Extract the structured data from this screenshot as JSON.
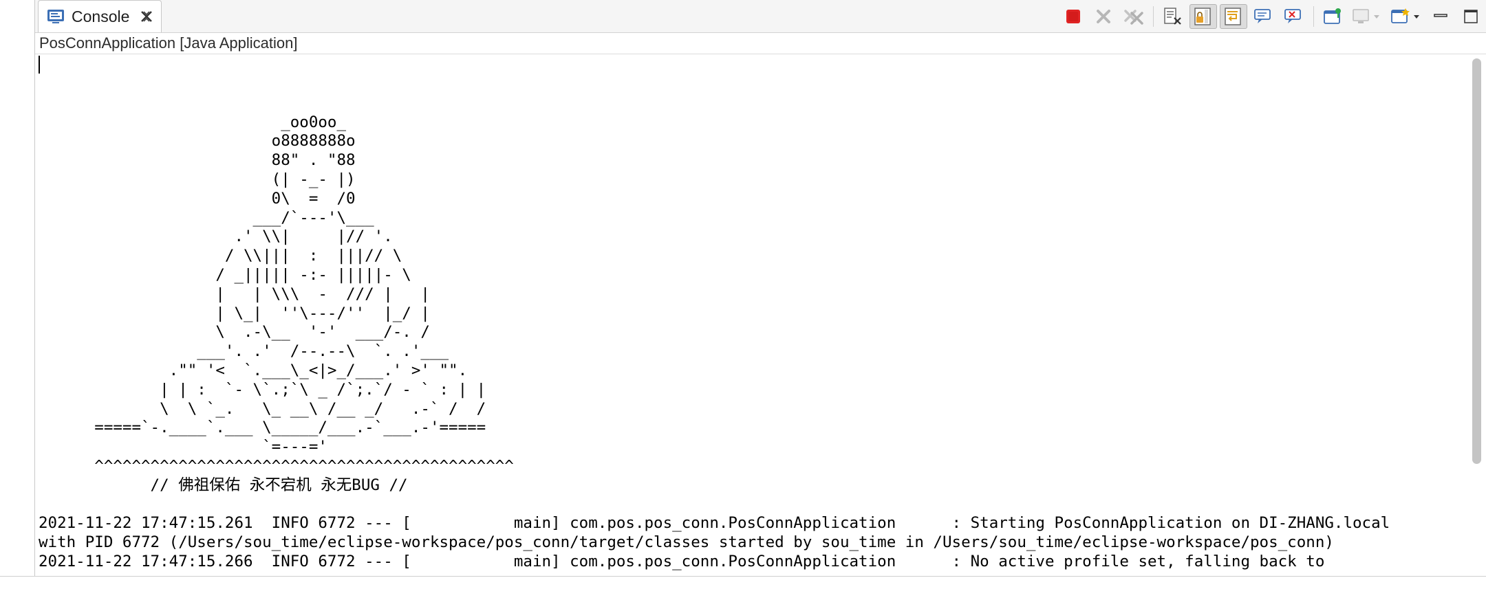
{
  "tab": {
    "label": "Console",
    "icon": "console-icon",
    "close_icon": "close-icon"
  },
  "toolbar": {
    "buttons": [
      {
        "name": "terminate-button",
        "icon": "stop-icon",
        "color": "#e02424"
      },
      {
        "name": "remove-launch-button",
        "icon": "x-icon"
      },
      {
        "name": "remove-all-terminated-button",
        "icon": "double-x-icon"
      },
      {
        "name": "clear-console-button",
        "icon": "clear-console-icon"
      },
      {
        "name": "scroll-lock-button",
        "icon": "scroll-lock-icon"
      },
      {
        "name": "word-wrap-button",
        "icon": "word-wrap-icon"
      },
      {
        "name": "show-on-stdout-button",
        "icon": "stdout-icon"
      },
      {
        "name": "show-on-stderr-button",
        "icon": "stderr-icon"
      },
      {
        "name": "pin-console-button",
        "icon": "pin-icon"
      },
      {
        "name": "display-selected-console-button",
        "icon": "monitor-icon"
      },
      {
        "name": "open-console-button",
        "icon": "new-console-icon"
      },
      {
        "name": "minimize-button",
        "icon": "minimize-icon"
      },
      {
        "name": "maximize-button",
        "icon": "maximize-icon"
      }
    ]
  },
  "title": "PosConnApplication [Java Application]",
  "console_output": "\n\n                          _oo0oo_\n                         o8888888o\n                         88\" . \"88\n                         (| -_- |)\n                         0\\  =  /0\n                       ___/`---'\\___\n                     .' \\\\|     |// '.\n                    / \\\\|||  :  |||// \\\n                   / _||||| -:- |||||- \\\n                   |   | \\\\\\  -  /// |   |\n                   | \\_|  ''\\---/''  |_/ |\n                   \\  .-\\__  '-'  ___/-. /\n                 ___'. .'  /--.--\\  `. .'___\n              .\"\" '<  `.___\\_<|>_/___.' >' \"\".\n             | | :  `- \\`.;`\\ _ /`;.`/ - ` : | |\n             \\  \\ `_.   \\_ __\\ /__ _/   .-` /  /\n      =====`-.____`.___ \\_____/___.-`___.-'=====\n                        `=---='\n      ^^^^^^^^^^^^^^^^^^^^^^^^^^^^^^^^^^^^^^^^^^^^^\n            // 佛祖保佑 永不宕机 永无BUG //\n\n2021-11-22 17:47:15.261  INFO 6772 --- [           main] com.pos.pos_conn.PosConnApplication      : Starting PosConnApplication on DI-ZHANG.local\nwith PID 6772 (/Users/sou_time/eclipse-workspace/pos_conn/target/classes started by sou_time in /Users/sou_time/eclipse-workspace/pos_conn)\n2021-11-22 17:47:15.266  INFO 6772 --- [           main] com.pos.pos_conn.PosConnApplication      : No active profile set, falling back to"
}
